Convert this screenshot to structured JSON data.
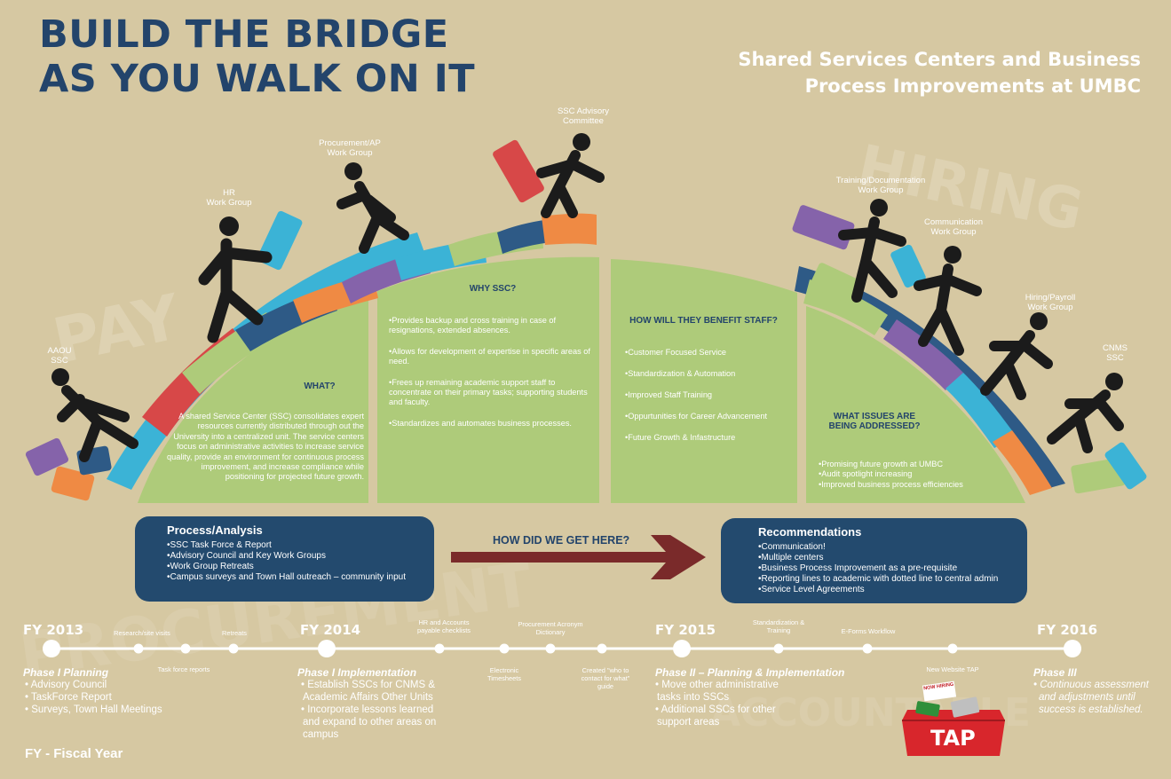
{
  "title_line1": "BUILD THE BRIDGE",
  "title_line2": "AS YOU WALK ON IT",
  "subtitle_line1": "Shared Services Centers and Business",
  "subtitle_line2": "Process Improvements at UMBC",
  "watermarks": {
    "hiring": "HIRING",
    "payroll": "PAY",
    "procurement": "PROCUREMENT",
    "accountable": "ACCOUNTABLE"
  },
  "figure_labels": [
    {
      "line1": "AAOU",
      "line2": "SSC"
    },
    {
      "line1": "HR",
      "line2": "Work Group"
    },
    {
      "line1": "Procurement/AP",
      "line2": "Work Group"
    },
    {
      "line1": "SSC Advisory",
      "line2": "Committee"
    },
    {
      "line1": "Training/Documentation",
      "line2": "Work Group"
    },
    {
      "line1": "Communication",
      "line2": "Work Group"
    },
    {
      "line1": "Hiring/Payroll",
      "line2": "Work Group"
    },
    {
      "line1": "CNMS",
      "line2": "SSC"
    }
  ],
  "what": {
    "heading": "WHAT?",
    "text": "A shared Service Center (SSC) consolidates expert resources currently distributed through out the University into a centralized unit. The service centers focus on administrative activities to increase service quality, provide an environment for continuous process improvement, and increase compliance while positioning for projected future growth."
  },
  "why": {
    "heading": "WHY SSC?",
    "items": [
      "•Provides backup and cross training in case of resignations, extended absences.",
      "•Allows for development of expertise in specific areas of need.",
      "•Frees up remaining academic support staff to concentrate on their primary tasks; supporting students and faculty.",
      "•Standardizes and automates business processes."
    ]
  },
  "benefit": {
    "heading": "HOW WILL THEY BENEFIT STAFF?",
    "items": [
      "•Customer Focused Service",
      "•Standardization & Automation",
      "•Improved Staff Training",
      "•Oppurtunities for Career Advancement",
      "•Future Growth & Infastructure"
    ]
  },
  "issues": {
    "heading_line1": "WHAT ISSUES ARE",
    "heading_line2": "BEING ADDRESSED?",
    "items": [
      "•Promising future growth at UMBC",
      "•Audit spotlight increasing",
      "•Improved business process efficiencies"
    ]
  },
  "process_box": {
    "heading": "Process/Analysis",
    "items": [
      "•SSC Task Force & Report",
      "•Advisory Council and Key Work Groups",
      "•Work Group Retreats",
      "•Campus surveys and Town Hall outreach – community input"
    ]
  },
  "arrow_label": "HOW DID WE GET HERE?",
  "recommend_box": {
    "heading": "Recommendations",
    "items": [
      "•Communication!",
      "•Multiple centers",
      "•Business Process Improvement as a pre-requisite",
      "•Reporting lines to academic with dotted line to central admin",
      "•Service Level Agreements"
    ]
  },
  "timeline": {
    "fy": [
      "FY 2013",
      "FY 2014",
      "FY 2015",
      "FY 2016"
    ],
    "above": [
      "Research/site visits",
      "Retreats",
      "HR and Accounts payable checklists",
      "Procurement Acronym Dictionary",
      "Standardization & Training",
      "E-Forms Workflow"
    ],
    "below": [
      "Task force reports",
      "Electronic Timesheets",
      "Created \"who to contact for what\" guide",
      "New Website TAP"
    ]
  },
  "phases": [
    {
      "title": "Phase I Planning",
      "items": [
        "• Advisory Council",
        "• TaskForce Report",
        "• Surveys, Town Hall Meetings"
      ]
    },
    {
      "title": "Phase I Implementation",
      "items": [
        "• Establish SSCs for CNMS &",
        "Academic Affairs Other Units",
        "• Incorporate lessons learned",
        "and expand to other areas on",
        "campus"
      ]
    },
    {
      "title": "Phase II – Planning & Implementation",
      "items": [
        "• Move other administrative",
        "tasks into SSCs",
        "• Additional SSCs for other",
        "support areas"
      ]
    },
    {
      "title": "Phase III",
      "items": [
        "• Continuous assessment",
        "and adjustments until",
        "success is established."
      ]
    }
  ],
  "legend": "FY - Fiscal Year",
  "toolbox": {
    "logo": "TAP",
    "sign": "NOW HIRING"
  },
  "colors": {
    "navy": "#23446b",
    "green": "#aecb7a",
    "maroon": "#7a2a2a",
    "blue": "#3bb3d6",
    "orange": "#ef8a44",
    "red": "#d74848",
    "purple": "#8563aa",
    "toolbox": "#d8262c"
  }
}
